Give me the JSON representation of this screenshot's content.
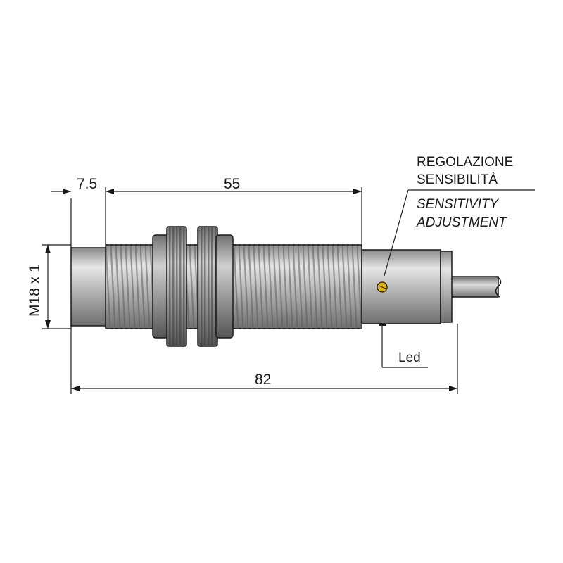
{
  "dimensions": {
    "front_length": "7.5",
    "thread_length": "55",
    "total_length": "82",
    "thread_spec": "M18 x 1"
  },
  "annotations": {
    "adjust_it_line1": "REGOLAZIONE",
    "adjust_it_line2": "SENSIBILITÀ",
    "adjust_en_line1": "SENSITIVITY",
    "adjust_en_line2": "ADJUSTMENT",
    "led": "Led"
  },
  "colors": {
    "line": "#1a1a1a",
    "metal_light": "#d9d9d9",
    "metal_mid": "#a6a6a6",
    "metal_dark": "#6e6e6e",
    "adjust_screw": "#e0b400"
  }
}
